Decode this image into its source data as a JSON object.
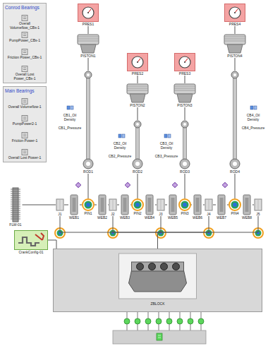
{
  "diagram": {
    "nodes": [
      {
        "text": [
          "Conrod Bearings"
        ]
      },
      {
        "text": [
          "Overall Volumeflow_CBs-1"
        ],
        "in": 0
      },
      {
        "text": [
          "PumpPower_CBs-1"
        ],
        "in": 0
      },
      {
        "text": [
          "Friction Power_CBs-1"
        ],
        "in": 0
      },
      {
        "text": [
          "Overall Lost Power_CBs-1"
        ],
        "in": 0
      },
      {
        "text": [
          "Main Bearings"
        ]
      },
      {
        "text": [
          "Overall Volumeflow-1"
        ],
        "in": 5
      },
      {
        "text": [
          "PumpPower2-1"
        ],
        "in": 5
      },
      {
        "text": [
          "Friction Power-1"
        ],
        "in": 5
      },
      {
        "text": [
          "Overall Lost Power-1"
        ],
        "in": 5
      },
      {
        "text": [
          "PRES1"
        ]
      },
      {
        "text": [
          "PRES2"
        ]
      },
      {
        "text": [
          "PRES3"
        ]
      },
      {
        "text": [
          "PRES4"
        ]
      },
      {
        "text": [
          "PISTON1"
        ]
      },
      {
        "text": [
          "PISTON2"
        ]
      },
      {
        "text": [
          "PISTON3"
        ]
      },
      {
        "text": [
          "PISTON4"
        ]
      },
      {
        "text": [
          "ROD1"
        ]
      },
      {
        "text": [
          "ROD2"
        ]
      },
      {
        "text": [
          "ROD3"
        ]
      },
      {
        "text": [
          "ROD4"
        ]
      },
      {
        "text": [
          "FLW-01"
        ]
      },
      {
        "text": [
          "J1"
        ]
      },
      {
        "text": [
          "WEB1"
        ]
      },
      {
        "text": [
          "PIN1"
        ]
      },
      {
        "text": [
          "WEB2"
        ]
      },
      {
        "text": [
          "J2"
        ]
      },
      {
        "text": [
          "WEB3"
        ]
      },
      {
        "text": [
          "PIN2"
        ]
      },
      {
        "text": [
          "WEB4"
        ]
      },
      {
        "text": [
          "J3"
        ]
      },
      {
        "text": [
          "WEB5"
        ]
      },
      {
        "text": [
          "PIN3"
        ]
      },
      {
        "text": [
          "WEB6"
        ]
      },
      {
        "text": [
          "J4"
        ]
      },
      {
        "text": [
          "WEB7"
        ]
      },
      {
        "text": [
          "PIN4"
        ]
      },
      {
        "text": [
          "WEB8"
        ]
      },
      {
        "text": [
          "J5"
        ]
      },
      {
        "text": [
          "CrankConfig-01"
        ]
      },
      {
        "text": [
          "ZBLOCK"
        ]
      }
    ],
    "edges": [
      {
        "from": 10,
        "to": 14,
        "arrow": "none"
      },
      {
        "from": 11,
        "to": 15,
        "arrow": "none"
      },
      {
        "from": 12,
        "to": 16,
        "arrow": "none"
      },
      {
        "from": 13,
        "to": 17,
        "arrow": "none"
      },
      {
        "from": 14,
        "to": 18,
        "arrow": "none"
      },
      {
        "from": 15,
        "to": 19,
        "arrow": "none"
      },
      {
        "from": 16,
        "to": 20,
        "arrow": "none"
      },
      {
        "from": 17,
        "to": 21,
        "arrow": "none"
      },
      {
        "from": 18,
        "to": 25,
        "arrow": "none"
      },
      {
        "from": 19,
        "to": 29,
        "arrow": "none"
      },
      {
        "from": 20,
        "to": 33,
        "arrow": "none"
      },
      {
        "from": 21,
        "to": 37,
        "arrow": "none"
      },
      {
        "from": 22,
        "to": 23,
        "arrow": "none"
      },
      {
        "from": 23,
        "to": 24,
        "arrow": "none"
      },
      {
        "from": 24,
        "to": 25,
        "arrow": "none"
      },
      {
        "from": 25,
        "to": 26,
        "arrow": "none"
      },
      {
        "from": 26,
        "to": 27,
        "arrow": "none"
      },
      {
        "from": 27,
        "to": 28,
        "arrow": "none"
      },
      {
        "from": 28,
        "to": 29,
        "arrow": "none"
      },
      {
        "from": 29,
        "to": 30,
        "arrow": "none"
      },
      {
        "from": 30,
        "to": 31,
        "arrow": "none"
      },
      {
        "from": 31,
        "to": 32,
        "arrow": "none"
      },
      {
        "from": 32,
        "to": 33,
        "arrow": "none"
      },
      {
        "from": 33,
        "to": 34,
        "arrow": "none"
      },
      {
        "from": 34,
        "to": 35,
        "arrow": "none"
      },
      {
        "from": 35,
        "to": 36,
        "arrow": "none"
      },
      {
        "from": 36,
        "to": 37,
        "arrow": "none"
      },
      {
        "from": 37,
        "to": 38,
        "arrow": "none"
      },
      {
        "from": 38,
        "to": 39,
        "arrow": "none"
      },
      {
        "from": 23,
        "to": 41,
        "arrow": "none"
      },
      {
        "from": 27,
        "to": 41,
        "arrow": "none"
      },
      {
        "from": 31,
        "to": 41,
        "arrow": "none"
      },
      {
        "from": 35,
        "to": 41,
        "arrow": "none"
      },
      {
        "from": 39,
        "to": 41,
        "arrow": "none"
      },
      {
        "from": 40,
        "to": 41,
        "arrow": "none"
      }
    ],
    "labels": [
      "CB1_Oil Density",
      "CB1_Pressure",
      "CB2_Oil Density",
      "CB2_Pressure",
      "CB3_Oil Density",
      "CB3_Pressure",
      "CB4_Oil Density",
      "CB4_Pressure"
    ]
  }
}
